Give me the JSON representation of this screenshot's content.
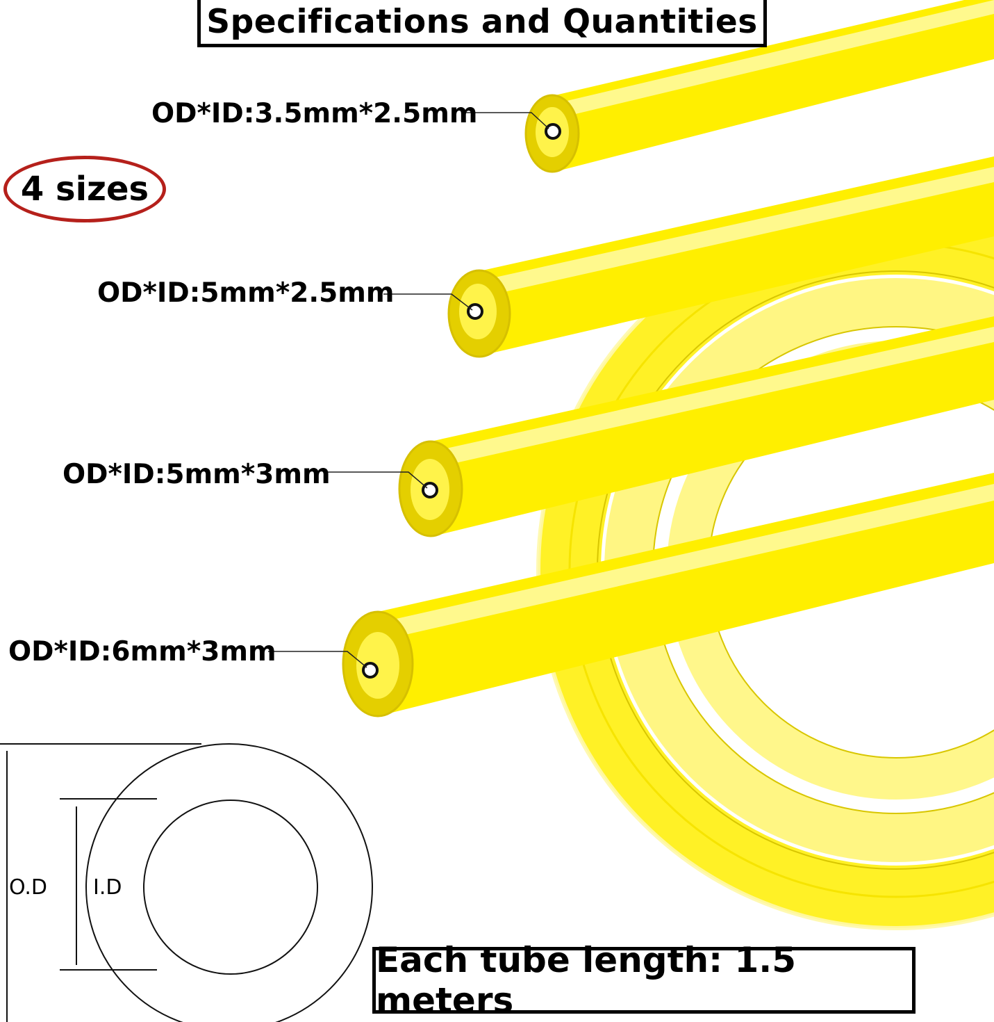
{
  "title": "Specifications and Quantities",
  "sizes_badge": "4 sizes",
  "specs": [
    {
      "label": "OD*ID:3.5mm*2.5mm"
    },
    {
      "label": "OD*ID:5mm*2.5mm"
    },
    {
      "label": "OD*ID:5mm*3mm"
    },
    {
      "label": "OD*ID:6mm*3mm"
    }
  ],
  "diagram": {
    "od_label": "O.D",
    "id_label": "I.D"
  },
  "length_note": "Each tube length: 1.5 meters",
  "colors": {
    "tube_yellow": "#ffef00",
    "tube_dark": "#e4cf00",
    "badge_red": "#b5201b"
  }
}
